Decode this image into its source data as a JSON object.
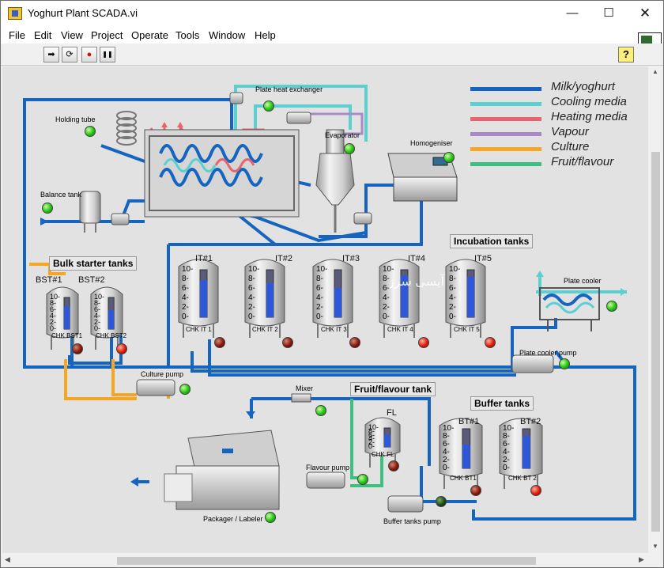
{
  "window": {
    "title": "Yoghurt Plant SCADA.vi",
    "min_icon": "—",
    "max_icon": "☐",
    "close_icon": "✕"
  },
  "menu": [
    "File",
    "Edit",
    "View",
    "Project",
    "Operate",
    "Tools",
    "Window",
    "Help"
  ],
  "toolbar": {
    "run_icon": "➡",
    "run_continuous_icon": "⟳",
    "abort_icon": "●",
    "pause_icon": "❚❚",
    "help_icon": "?",
    "vi_icon_number": "1"
  },
  "legend": [
    {
      "label": "Milk/yoghurt",
      "color": "#1565c0"
    },
    {
      "label": "Cooling media",
      "color": "#5ccfd0"
    },
    {
      "label": "Heating media",
      "color": "#e8646e"
    },
    {
      "label": "Vapour",
      "color": "#a98ac7"
    },
    {
      "label": "Culture",
      "color": "#f5a623"
    },
    {
      "label": "Fruit/flavour",
      "color": "#3fbf7f"
    }
  ],
  "labels": {
    "plate_heat_exchanger": "Plate heat exchanger",
    "holding_tube": "Holding tube",
    "evaporator": "Evaporator",
    "homogeniser": "Homogeniser",
    "balance_tank": "Balance tank",
    "incubation_tanks": "Incubation tanks",
    "bulk_starter_tanks": "Bulk starter tanks",
    "plate_cooler": "Plate cooler",
    "plate_cooler_pump": "Plate cooler pump",
    "culture_pump": "Culture pump",
    "mixer": "Mixer",
    "fruit_flavour_tank": "Fruit/flavour tank",
    "buffer_tanks": "Buffer tanks",
    "flavour_pump": "Flavour pump",
    "buffer_tanks_pump": "Buffer tanks pump",
    "packager": "Packager / Labeler"
  },
  "watermark": "آیسی سرز",
  "tanks": [
    {
      "tag": "BST#1",
      "chk": "CHK BST1",
      "level": 0.72,
      "indicator": "dark"
    },
    {
      "tag": "BST#2",
      "chk": "CHK BST2",
      "level": 0.6,
      "indicator": "red"
    },
    {
      "tag": "IT#1",
      "chk": "CHK IT 1",
      "level": 0.78,
      "indicator": "dark"
    },
    {
      "tag": "IT#2",
      "chk": "CHK IT 2",
      "level": 0.72,
      "indicator": "dark"
    },
    {
      "tag": "IT#3",
      "chk": "CHK IT 3",
      "level": 0.62,
      "indicator": "dark"
    },
    {
      "tag": "IT#4",
      "chk": "CHK IT 4",
      "level": 0.88,
      "indicator": "red"
    },
    {
      "tag": "IT#5",
      "chk": "CHK IT 5",
      "level": 0.85,
      "indicator": "red"
    },
    {
      "tag": "FL",
      "chk": "CHK FL",
      "level": 0.65,
      "indicator": "dark"
    },
    {
      "tag": "BT#1",
      "chk": "CHK BT1",
      "level": 0.6,
      "indicator": "dark"
    },
    {
      "tag": "BT#2",
      "chk": "CHK BT 2",
      "level": 0.82,
      "indicator": "red"
    }
  ],
  "scale_ticks": [
    "10-",
    "8-",
    "6-",
    "4-",
    "2-",
    "0-"
  ],
  "colors": {
    "milk": "#1565c0",
    "cooling": "#5ccfd0",
    "heating": "#e8646e",
    "vapour": "#a98ac7",
    "culture": "#f5a623",
    "fruit": "#3fbf7f",
    "panel": "#e2e2e2"
  }
}
